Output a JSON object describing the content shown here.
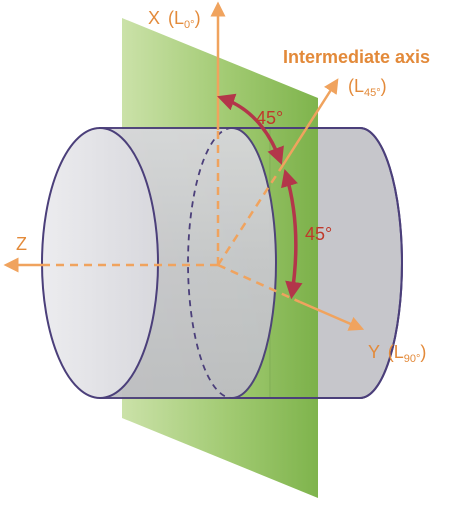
{
  "diagram": {
    "labels": {
      "x_axis": "X",
      "x_axis_sub_open": "(L",
      "x_axis_sub": "0°",
      "x_axis_sub_close": ")",
      "intermediate_axis": "Intermediate axis",
      "l45_open": "(L",
      "l45_sub": "45°",
      "l45_close": ")",
      "z_axis": "Z",
      "y_axis": "Y",
      "y_axis_sub_open": "(L",
      "y_axis_sub": "90°",
      "y_axis_sub_close": ")",
      "angle_top": "45°",
      "angle_bottom": "45°"
    },
    "colors": {
      "axis": "#F0A35E",
      "angle_arrow": "#B3364A",
      "angle_text": "#C0392B",
      "cylinder_outline": "#4B3F7A",
      "cylinder_fill_light": "#E6E6EA",
      "cylinder_fill_dark": "#C9C9CE",
      "plane_light": "#D3E6B5",
      "plane_dark": "#7DB347",
      "label_text": "#E38A3A"
    }
  }
}
